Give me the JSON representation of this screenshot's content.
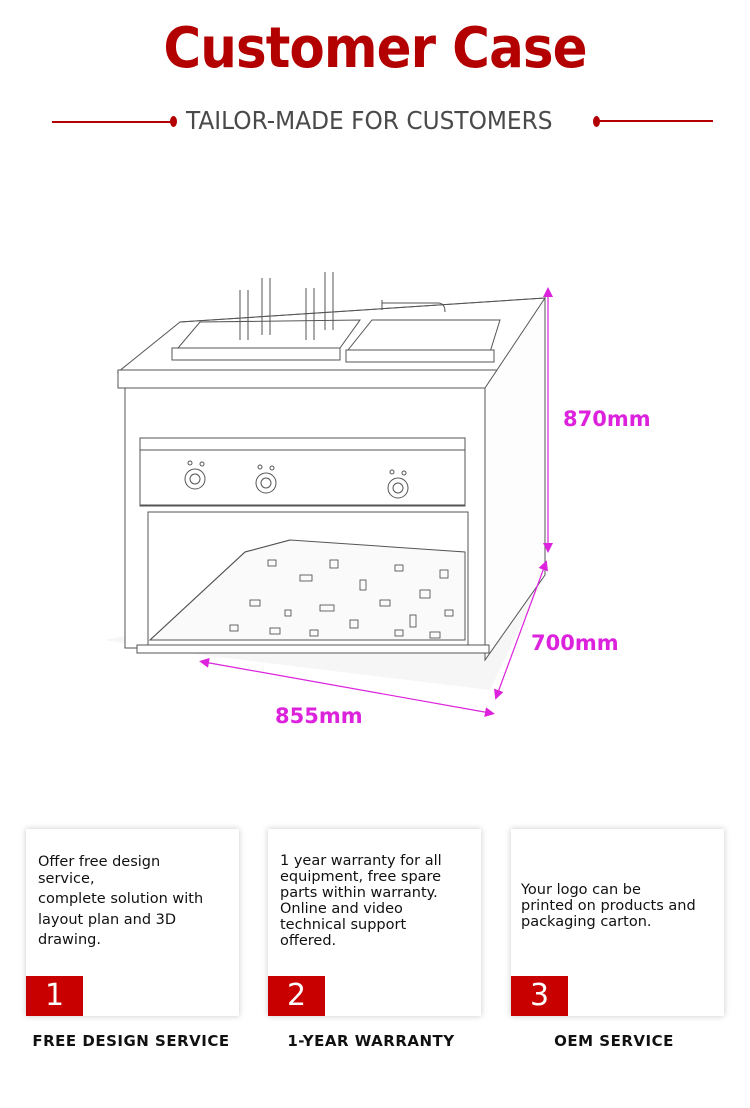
{
  "header": {
    "title": "Customer Case",
    "subtitle": "TAILOR-MADE FOR CUSTOMERS"
  },
  "product_drawing": {
    "subject": "pasta-cooker-with-sink-sketch",
    "dimensions": {
      "height": "870mm",
      "depth": "700mm",
      "width": "855mm"
    }
  },
  "services": [
    {
      "number": "1",
      "description_lines": [
        "Offer free design",
        "service,",
        "complete solution with",
        "layout plan and 3D",
        "drawing."
      ],
      "label": "FREE DESIGN SERVICE"
    },
    {
      "number": "2",
      "description_lines": [
        "1 year warranty for all",
        "equipment, free spare",
        "parts within warranty.",
        "Online and video",
        "technical support",
        "offered."
      ],
      "label": "1-YEAR WARRANTY"
    },
    {
      "number": "3",
      "description_lines": [
        "Your logo can be",
        "printed on products and",
        "packaging carton."
      ],
      "label": "OEM SERVICE"
    }
  ],
  "colors": {
    "brand_red": "#b30000",
    "number_block_red": "#c80000",
    "dimension_magenta": "#dd22dd",
    "subtitle_gray": "#4a4a4a"
  }
}
